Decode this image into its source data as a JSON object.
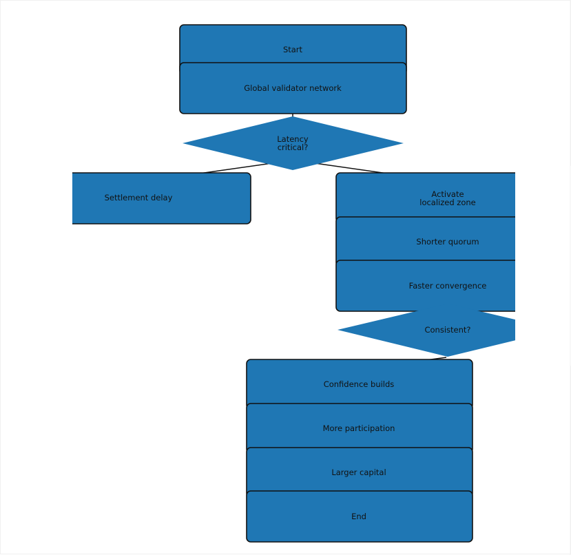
{
  "flowchart": {
    "nodes": {
      "start": "Start",
      "global_validator_network": "Global validator network",
      "latency_critical": [
        "Latency",
        "critical?"
      ],
      "settlement_delay": "Settlement delay",
      "activate_localized_zone": [
        "Activate",
        "localized zone"
      ],
      "shorter_quorum": "Shorter quorum",
      "faster_convergence": "Faster convergence",
      "consistent": "Consistent?",
      "confidence_builds": "Confidence builds",
      "more_participation": "More participation",
      "larger_capital": "Larger capital",
      "end": "End"
    },
    "colors": {
      "node_fill": "#1f77b4",
      "node_stroke": "#111111",
      "edge": "#111111"
    }
  }
}
